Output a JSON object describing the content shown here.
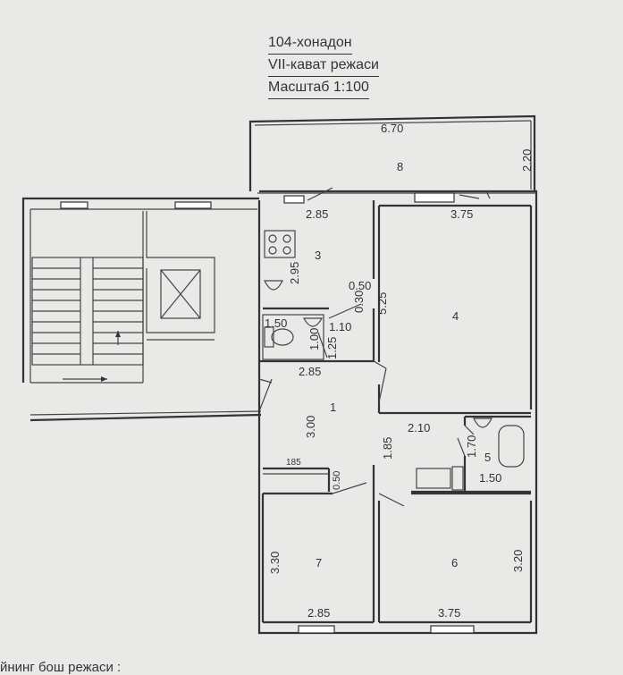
{
  "title": {
    "apartment": "104-хонадон",
    "floor": "VII-кават режаси",
    "scale": "Масштаб 1:100"
  },
  "footer_note": "йнинг бош режаси :",
  "rooms": [
    {
      "id": "1",
      "label": "1"
    },
    {
      "id": "3",
      "label": "3"
    },
    {
      "id": "4",
      "label": "4"
    },
    {
      "id": "5",
      "label": "5"
    },
    {
      "id": "6",
      "label": "6"
    },
    {
      "id": "7",
      "label": "7"
    },
    {
      "id": "8",
      "label": "8"
    }
  ],
  "dimensions": [
    {
      "id": "balcony-width",
      "text": "6.70"
    },
    {
      "id": "balcony-depth",
      "text": "2.20"
    },
    {
      "id": "kitchen-width",
      "text": "2.85"
    },
    {
      "id": "room4-width",
      "text": "3.75"
    },
    {
      "id": "kitchen-depth",
      "text": "2.95"
    },
    {
      "id": "room4-depth",
      "text": "5.25"
    },
    {
      "id": "shaft-a",
      "text": "0.50"
    },
    {
      "id": "shaft-b",
      "text": "0.30"
    },
    {
      "id": "wc-width",
      "text": "1.50"
    },
    {
      "id": "wc-depth",
      "text": "1.00"
    },
    {
      "id": "wc-door",
      "text": "1.10"
    },
    {
      "id": "wc-side",
      "text": "1.25"
    },
    {
      "id": "hall-width",
      "text": "2.85"
    },
    {
      "id": "hall-depth",
      "text": "3.00"
    },
    {
      "id": "room4-partition",
      "text": "2.10"
    },
    {
      "id": "corridor-depth",
      "text": "1.85"
    },
    {
      "id": "bath-depth",
      "text": "1.70"
    },
    {
      "id": "bath-width",
      "text": "1.50"
    },
    {
      "id": "closet-width",
      "text": "185"
    },
    {
      "id": "closet-depth",
      "text": "0.50"
    },
    {
      "id": "room7-depth",
      "text": "3.30"
    },
    {
      "id": "room6-depth",
      "text": "3.20"
    },
    {
      "id": "room7-width",
      "text": "2.85"
    },
    {
      "id": "room6-width",
      "text": "3.75"
    }
  ]
}
